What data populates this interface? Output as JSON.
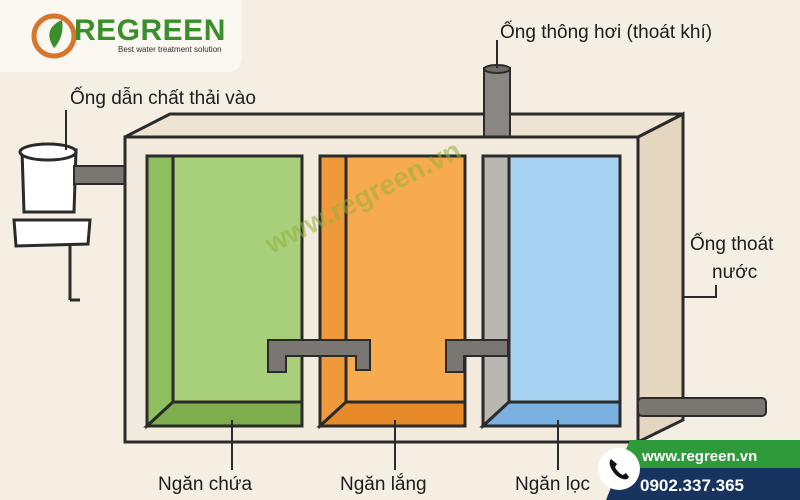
{
  "brand": {
    "name": "REGREEN",
    "tagline": "Best water treatment solution",
    "colors": {
      "green": "#3a8f2c",
      "navy": "#17335e"
    }
  },
  "labels": {
    "inlet": "Ống dẫn chất thải vào",
    "vent": "Ống thông hơi (thoát khí)",
    "outlet_line1": "Ống thoát",
    "outlet_line2": "nước",
    "chamber1": "Ngăn chứa",
    "chamber2": "Ngăn lắng",
    "chamber3": "Ngăn lọc"
  },
  "watermark": "www.regreen.vn",
  "contact": {
    "website": "www.regreen.vn",
    "phone": "0902.337.365",
    "icon": "phone-icon"
  }
}
